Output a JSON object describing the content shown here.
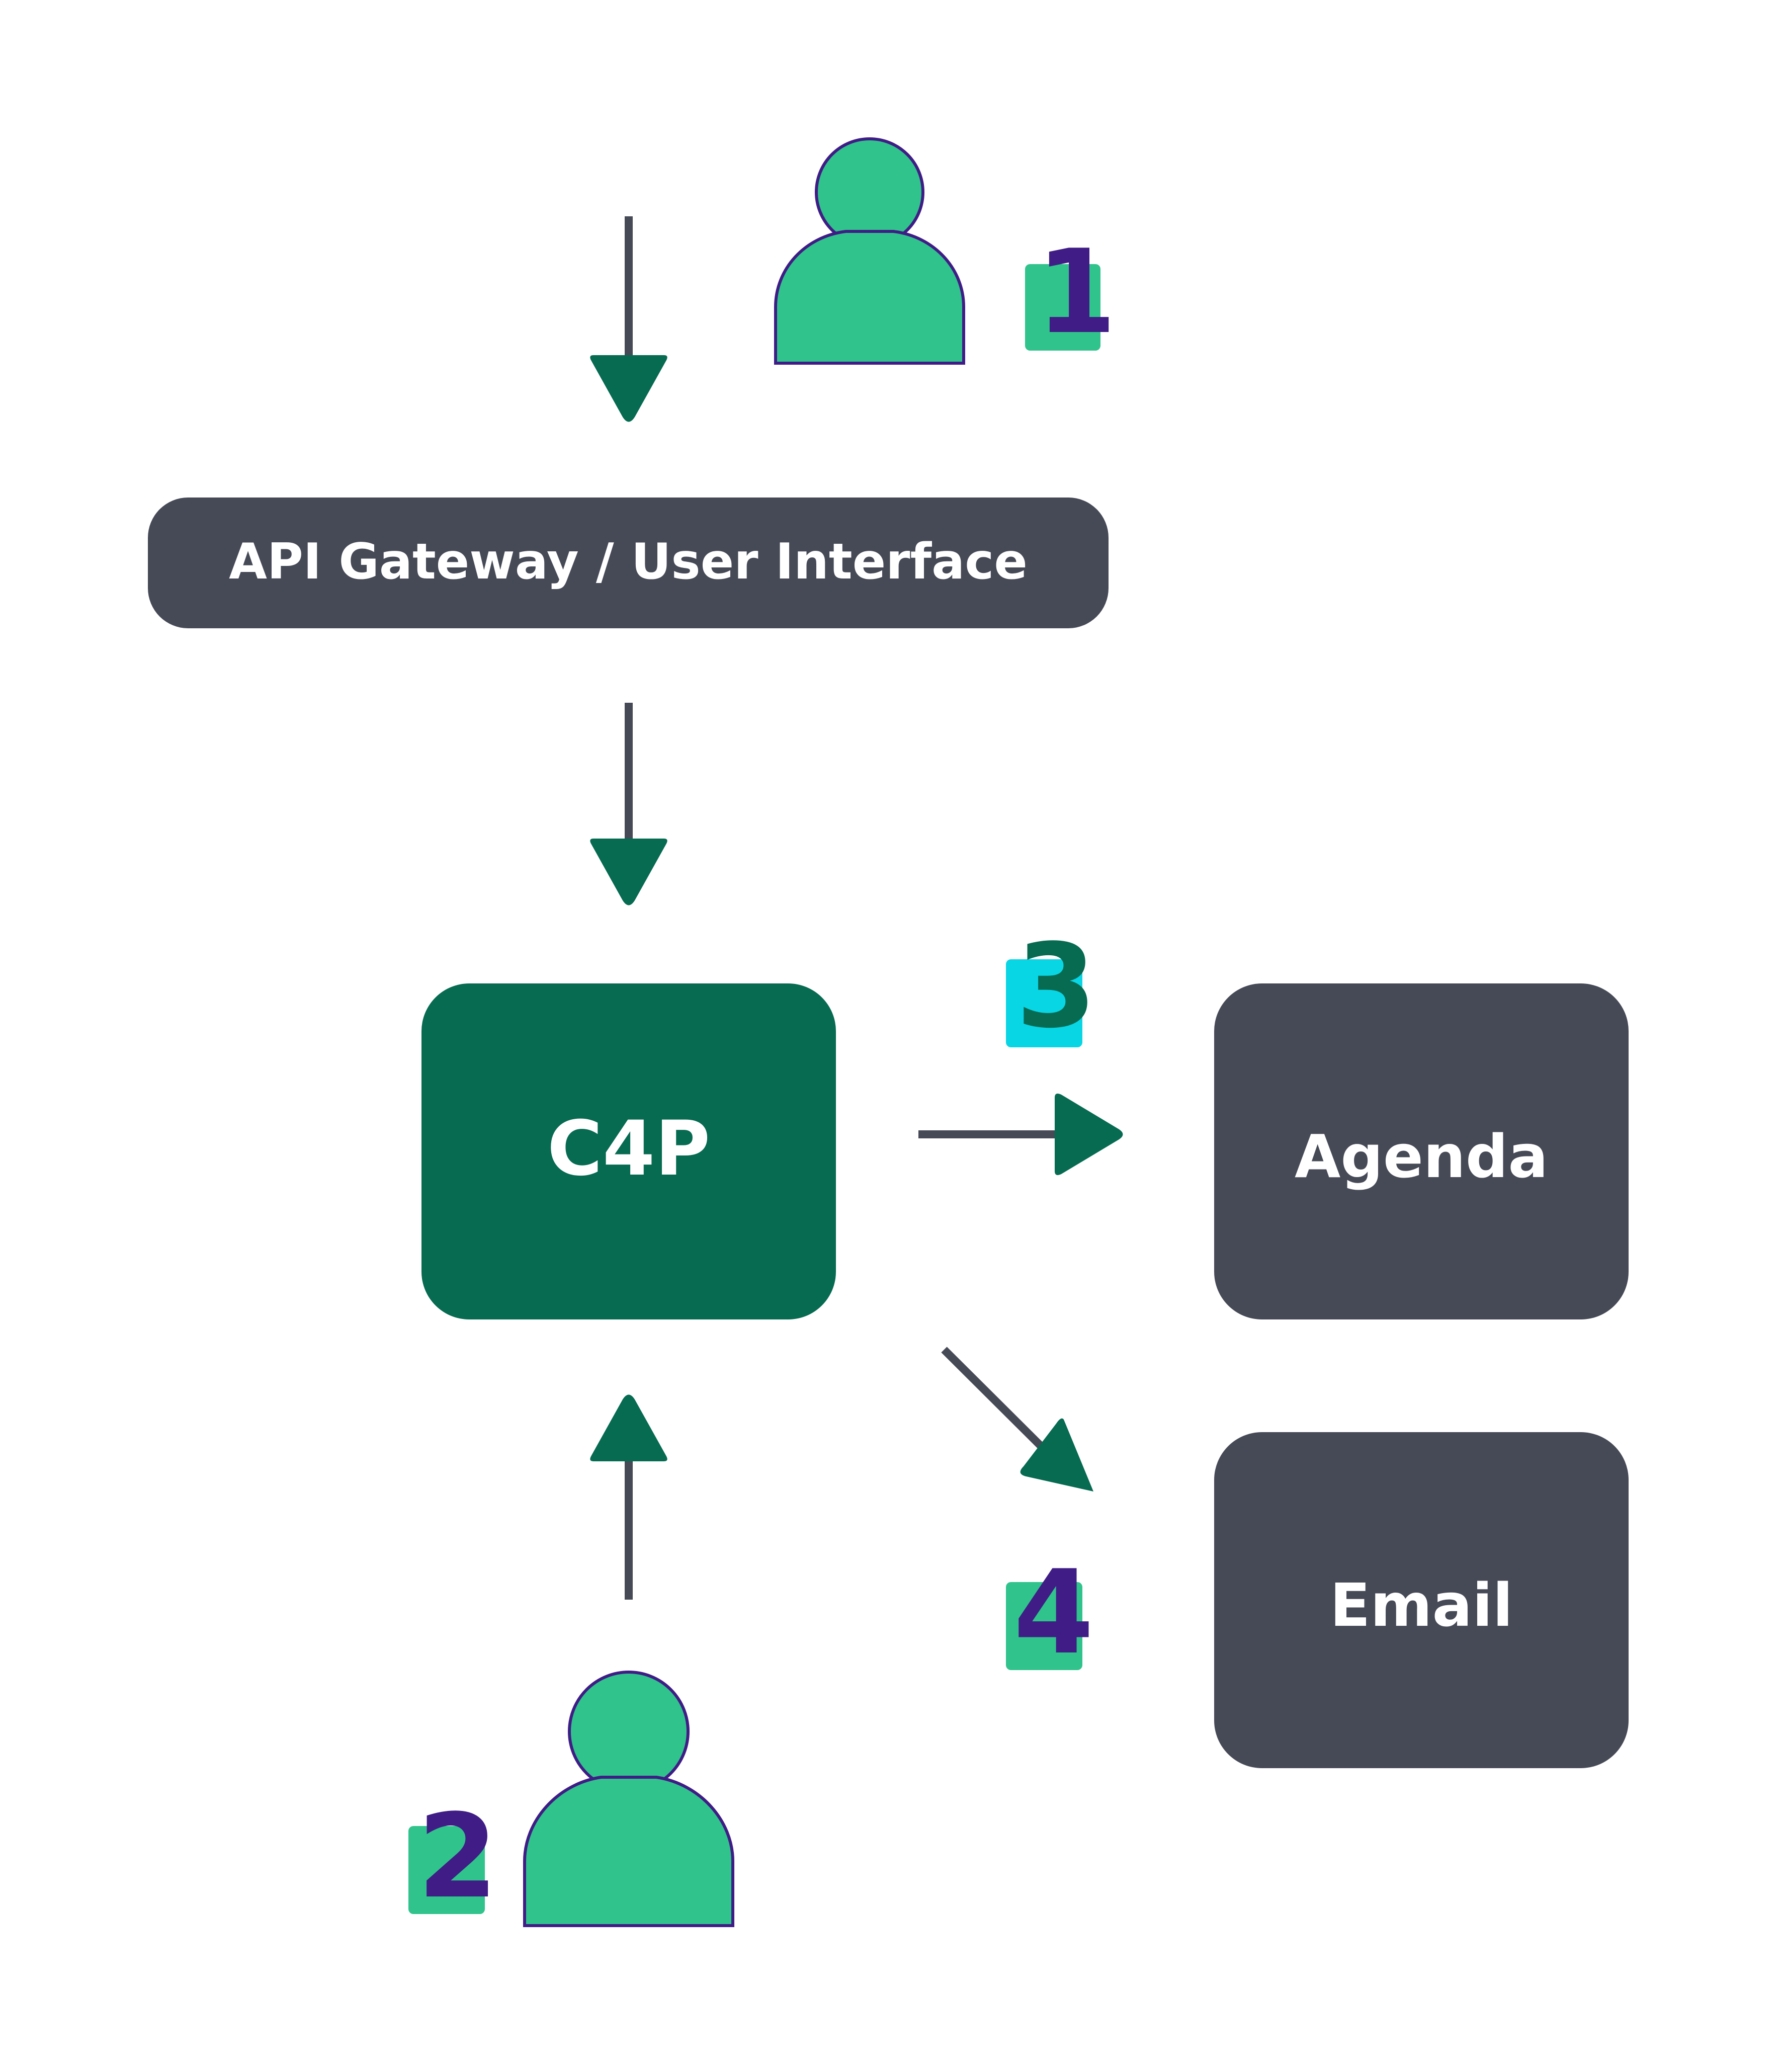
{
  "nodes": {
    "api_gateway": {
      "label": "API Gateway / User Interface"
    },
    "c4p": {
      "label": "C4P"
    },
    "agenda": {
      "label": "Agenda"
    },
    "email": {
      "label": "Email"
    }
  },
  "badges": {
    "b1": "1",
    "b2": "2",
    "b3": "3",
    "b4": "4"
  },
  "actors": [
    "user-1",
    "user-2"
  ],
  "colors": {
    "dark_box": "#464a56",
    "c4p_green": "#066b51",
    "person_fill": "#30c38c",
    "person_stroke": "#3f1c86",
    "badge_green": "#30c38c",
    "badge_cyan": "#08d6e4",
    "number_purple": "#3f1c86",
    "number_teal": "#066b51",
    "arrow_line": "#464a56",
    "arrow_head": "#066b51"
  }
}
